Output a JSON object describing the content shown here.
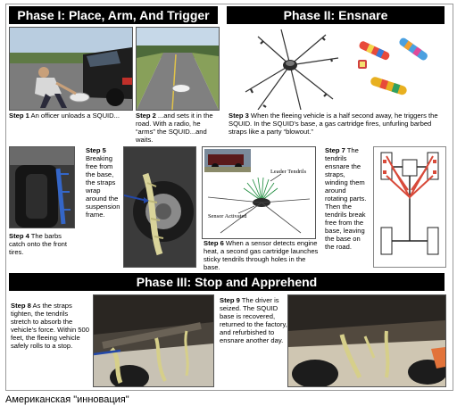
{
  "phases": {
    "p1": "Phase I: Place, Arm, And Trigger",
    "p2": "Phase II: Ensnare",
    "p3": "Phase III: Stop and Apprehend"
  },
  "steps": {
    "s1": {
      "label": "Step 1",
      "text": "An officer unloads a SQUID..."
    },
    "s2": {
      "label": "Step 2",
      "text": "...and sets it in the road. With a radio, he “arms” the SQUID...and waits."
    },
    "s3": {
      "label": "Step 3",
      "text": "When the fleeing vehicle is a half second away, he triggers the SQUID. In the SQUID's base, a gas cartridge fires, unfurling barbed straps like a party “blowout.”"
    },
    "s4": {
      "label": "Step 4",
      "text": "The barbs catch onto the front tires."
    },
    "s5": {
      "label": "Step 5",
      "text": "Breaking free from the base, the straps wrap around the suspension frame."
    },
    "s6": {
      "label": "Step 6",
      "text": "When a sensor detects engine heat, a second gas cartridge launches sticky tendrils through holes in the base."
    },
    "s7": {
      "label": "Step 7",
      "text": "The tendrils ensnare the straps, winding them around rotating parts. Then the tendrils break free from the base, leaving the base on the road."
    },
    "s8": {
      "label": "Step 8",
      "text": "As the straps tighten, the tendrils stretch to absorb the vehicle's force. Within 500 feet, the fleeing vehicle safely rolls to a stop."
    },
    "s9": {
      "label": "Step 9",
      "text": "The driver is seized. The SQUID base is recovered, returned to the factory, and refurbished to ensnare another day."
    }
  },
  "diagram_labels": {
    "leader": "Leader Tendrils",
    "sensor": "Sensor Activated"
  },
  "bottom_caption": "Американская \"инновация\"",
  "colors": {
    "bar": "#000000",
    "strap": "#d84a3a",
    "road": "#6d6d6d",
    "sky": "#a9c6e0"
  }
}
